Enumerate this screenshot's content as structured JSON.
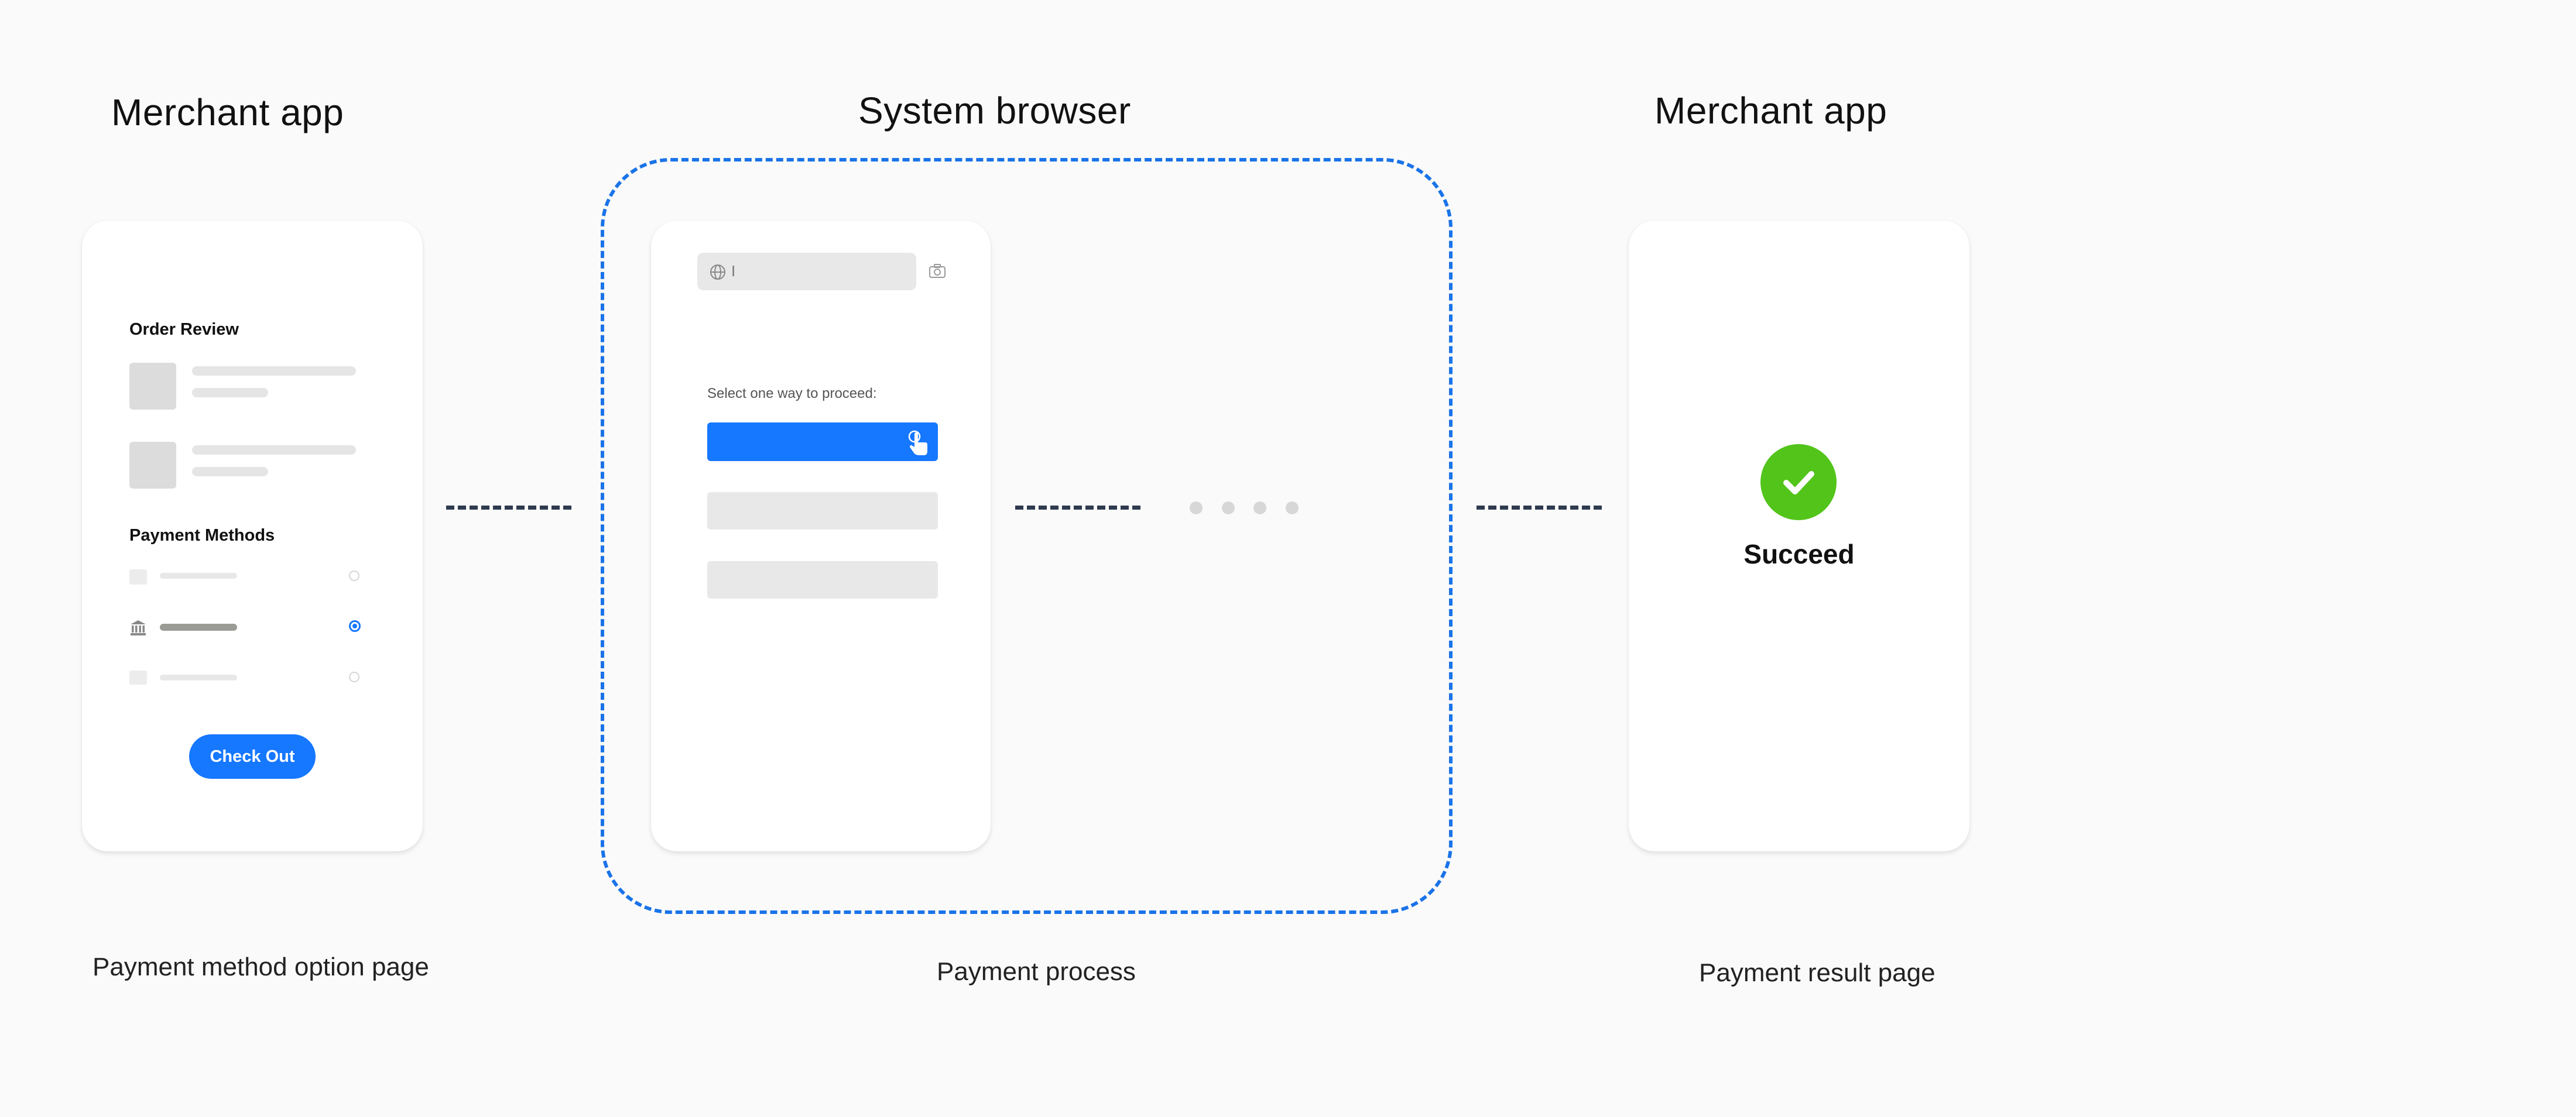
{
  "stages": [
    {
      "heading": "Merchant app",
      "caption": "Payment method option page"
    },
    {
      "heading": "System browser",
      "caption": "Payment process"
    },
    {
      "heading": "Merchant app",
      "caption": "Payment result page"
    }
  ],
  "order_screen": {
    "order_title": "Order Review",
    "payment_title": "Payment Methods",
    "checkout_label": "Check Out",
    "selected_method_index": 1
  },
  "browser_screen": {
    "prompt": "Select one way to proceed:",
    "address_text": "I"
  },
  "result_screen": {
    "status_label": "Succeed"
  },
  "colors": {
    "accent": "#1677ff",
    "success": "#52c41a",
    "frame": "#1a73e8",
    "connector": "#2e3a4f"
  }
}
